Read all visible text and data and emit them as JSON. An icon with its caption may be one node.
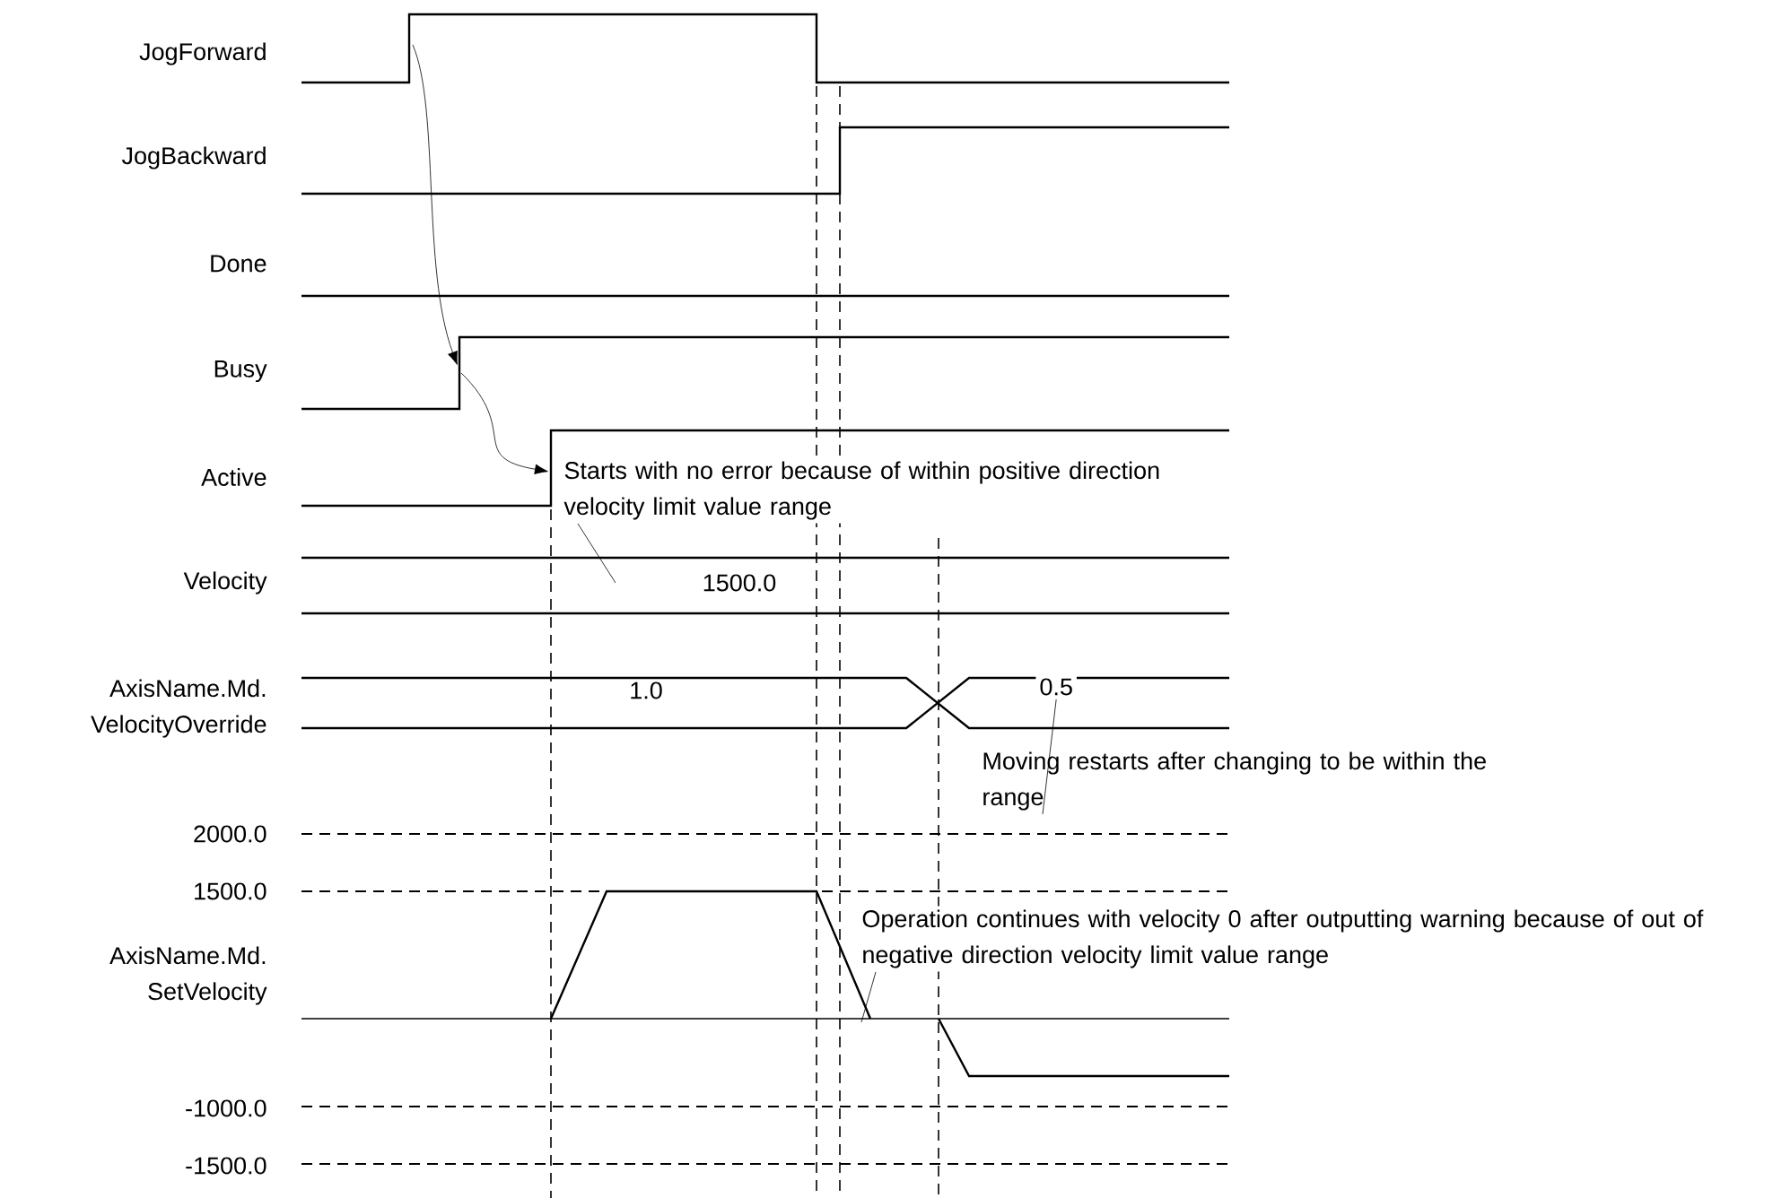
{
  "diagram": {
    "nodes": [
      {
        "text": [
          "Starts with no error because of within positive direction velocity limit value range"
        ]
      },
      {
        "text": [
          "Moving restarts after changing to be within the range"
        ]
      },
      {
        "text": [
          "Operation continues with velocity 0 after outputting warning because of out of negative direction velocity limit value range"
        ]
      },
      {
        "text": [
          "0.5"
        ]
      }
    ],
    "edges": [
      {
        "from": 0,
        "to": null,
        "arrow": "none"
      },
      {
        "from": 1,
        "to": 3,
        "arrow": "none"
      },
      {
        "from": 2,
        "to": null,
        "arrow": "none"
      }
    ],
    "labels": [
      "JogForward",
      "JogBackward",
      "Done",
      "Busy",
      "Active",
      "Velocity",
      "1500.0",
      "AxisName.Md. VelocityOverride",
      "1.0",
      "2000.0",
      "1500.0",
      "AxisName.Md. SetVelocity",
      "-1000.0",
      "-1500.0"
    ]
  }
}
